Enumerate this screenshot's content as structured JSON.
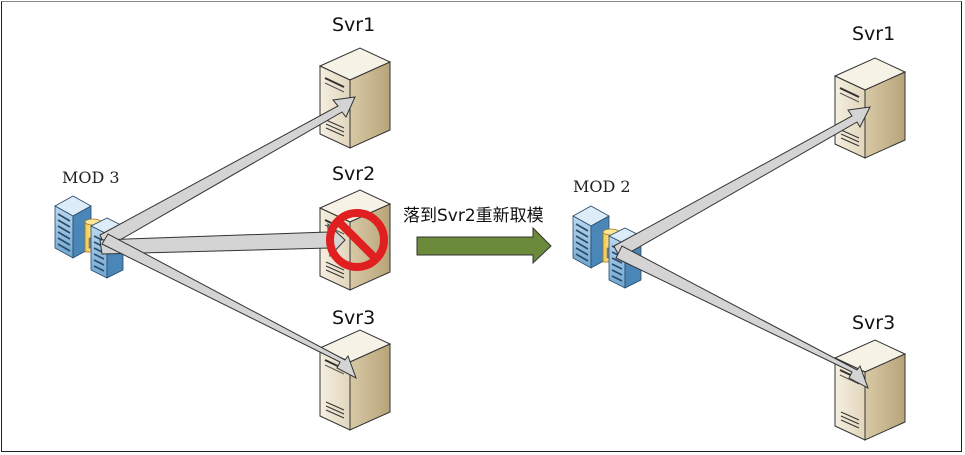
{
  "left_panel": {
    "router_label": "MOD 3",
    "servers": [
      {
        "label": "Svr1",
        "status": "ok"
      },
      {
        "label": "Svr2",
        "status": "failed"
      },
      {
        "label": "Svr3",
        "status": "ok"
      }
    ]
  },
  "transition": {
    "label": "落到Svr2重新取模",
    "arrow_color": "#6b8a3a"
  },
  "right_panel": {
    "router_label": "MOD 2",
    "servers": [
      {
        "label": "Svr1",
        "status": "ok"
      },
      {
        "label": "Svr3",
        "status": "ok"
      }
    ]
  },
  "colors": {
    "arrow_fill": "#d4d4d4",
    "arrow_stroke": "#333333",
    "forbidden": "#e02020"
  }
}
